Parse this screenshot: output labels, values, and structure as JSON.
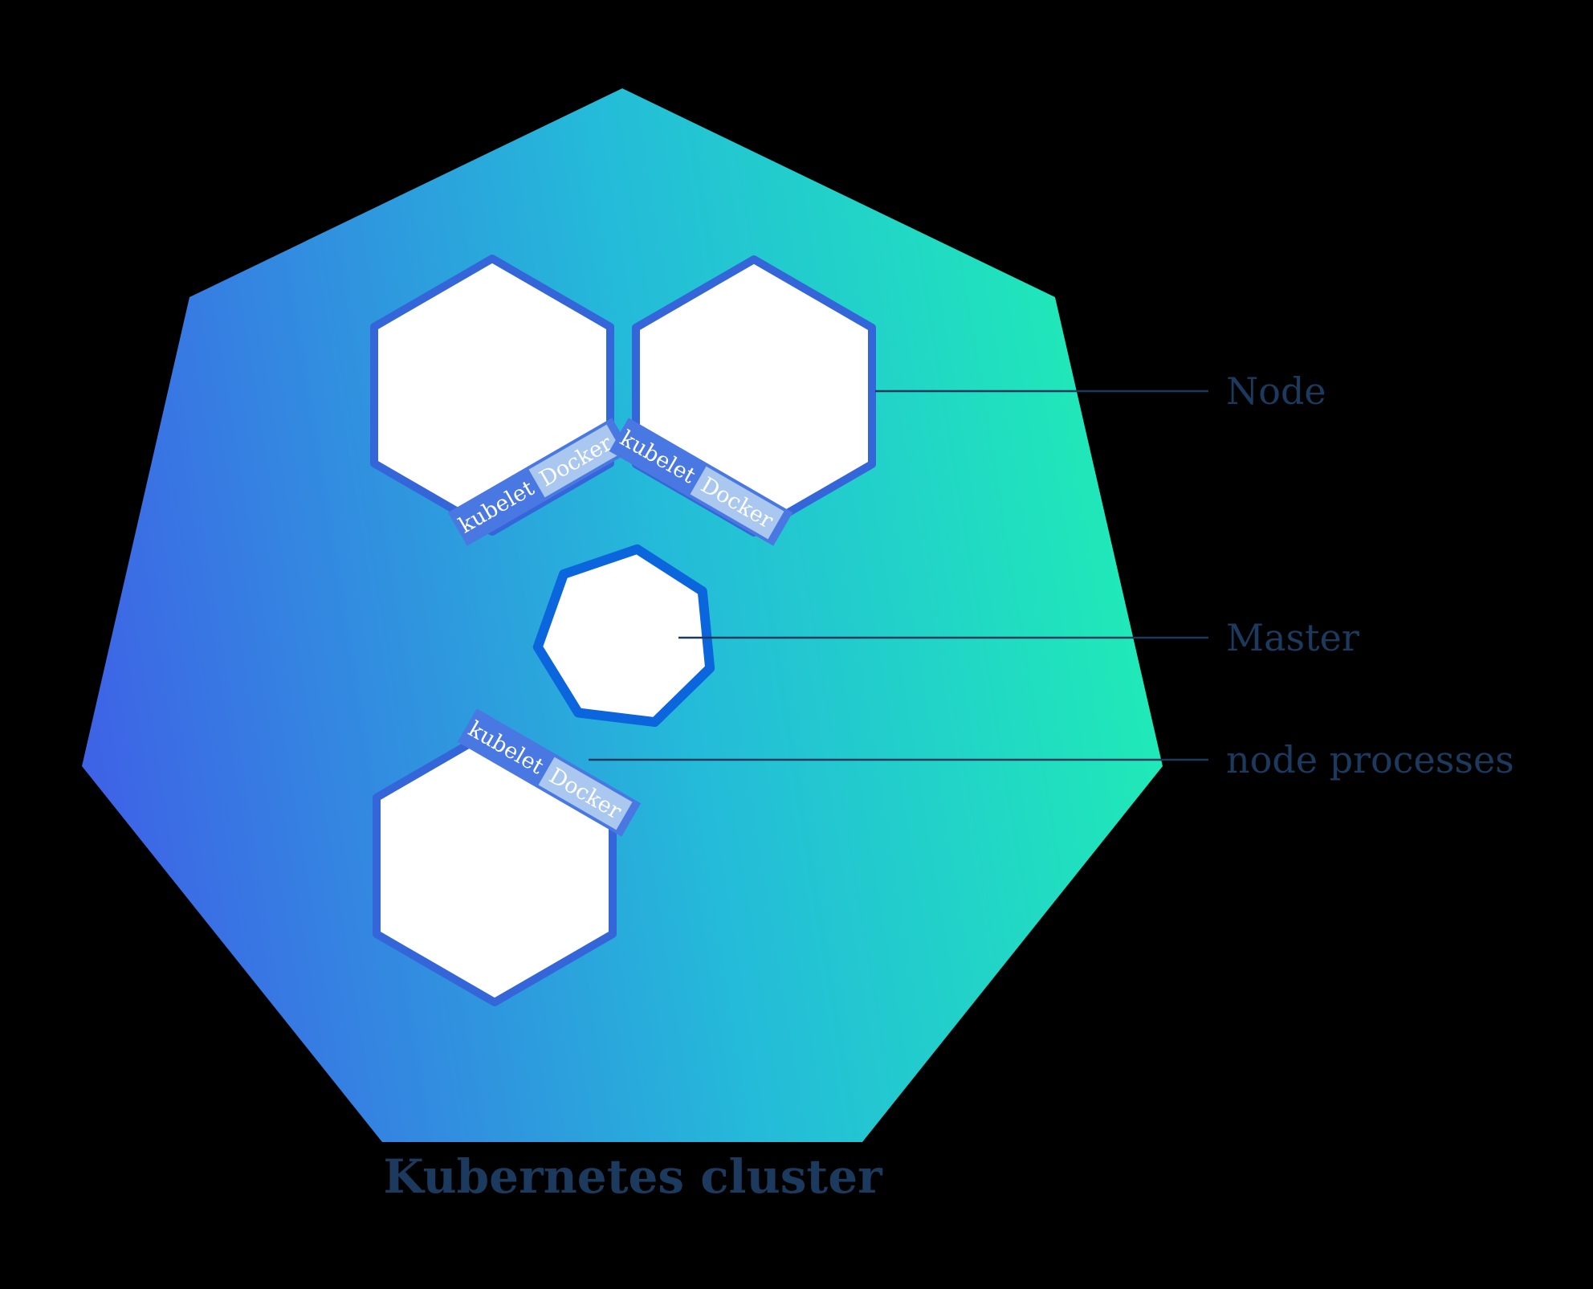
{
  "background_color": "#000000",
  "cluster": {
    "title": "Kubernetes cluster",
    "gradient_start": "#3E63E6",
    "gradient_end": "#1FEDB5",
    "hexagon_border": "#3566D9",
    "hexagon_fill": "#FFFFFF",
    "master_border": "#0B65DD",
    "master_fill": "#FFFFFF"
  },
  "callouts": {
    "node": "Node",
    "master": "Master",
    "node_processes": "node processes",
    "line_color": "#1B3A5E",
    "label_color": "#1B3A5E"
  },
  "node_banner": {
    "kubelet": "kubelet",
    "docker": "Docker",
    "strip_bg": "#4A78E2",
    "chip_bg": "#A9C7EF",
    "text_color": "#FFFFFF"
  }
}
